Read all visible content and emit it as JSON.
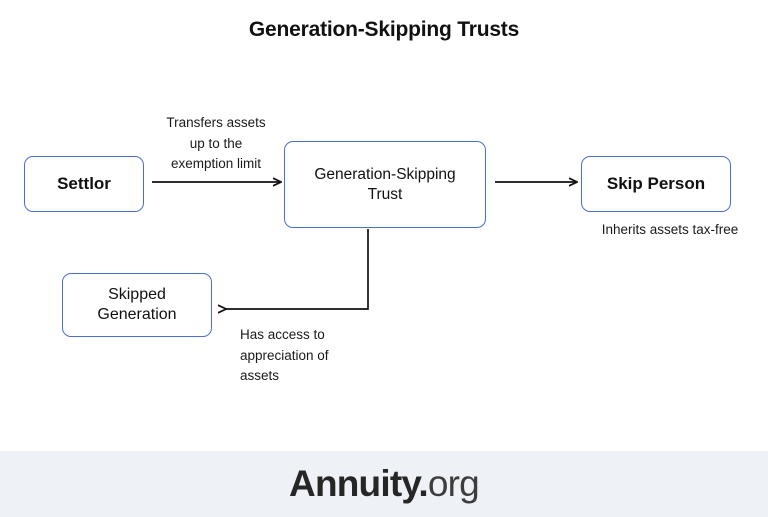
{
  "page": {
    "title": "Generation-Skipping Trusts",
    "background_color": "#ffffff",
    "node_border_color": "#4a6fd4",
    "text_color": "#111111"
  },
  "diagram": {
    "type": "flow-diagram",
    "nodes": [
      {
        "id": "settlor",
        "label": "Settlor"
      },
      {
        "id": "trust",
        "label": "Generation-Skipping\nTrust"
      },
      {
        "id": "skip_person",
        "label": "Skip Person"
      },
      {
        "id": "skipped_generation",
        "label": "Skipped\nGeneration"
      }
    ],
    "connectors": [
      {
        "id": "settlor_to_trust",
        "from": "settlor",
        "to": "trust",
        "label": "Transfers assets\nup to the\nexemption limit"
      },
      {
        "id": "trust_to_skip_person",
        "from": "trust",
        "to": "skip_person",
        "label": ""
      },
      {
        "id": "trust_to_skipped_generation",
        "from": "trust",
        "to": "skipped_generation",
        "label": "Has access to\nappreciation of\nassets"
      }
    ],
    "captions": [
      {
        "id": "skip_person_caption",
        "text": "Inherits assets tax-free"
      }
    ]
  },
  "footer": {
    "background_color": "#eef2f6",
    "brand_main": "Annuity.",
    "brand_tld": "org"
  }
}
